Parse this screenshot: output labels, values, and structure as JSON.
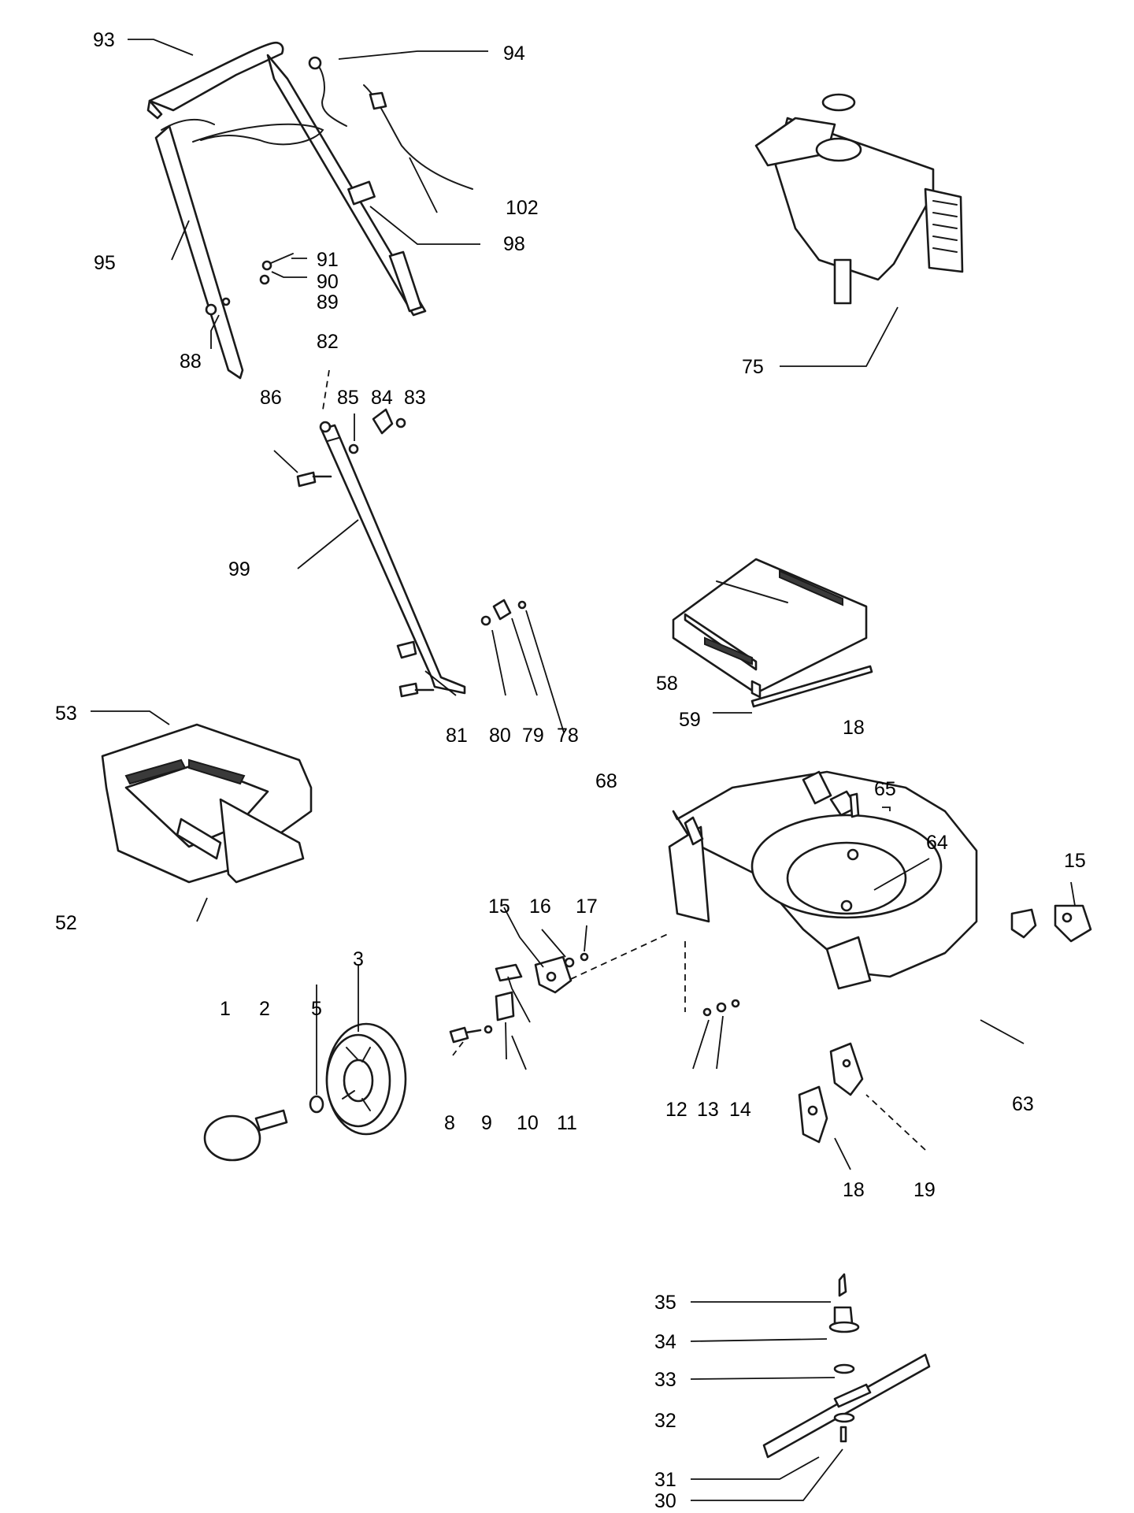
{
  "callouts": {
    "c93": "93",
    "c94": "94",
    "c95": "95",
    "c98": "98",
    "c102": "102",
    "c91": "91",
    "c90": "90",
    "c89": "89",
    "c88": "88",
    "c82": "82",
    "c86": "86",
    "c85": "85",
    "c84": "84",
    "c83": "83",
    "c99": "99",
    "c81": "81",
    "c80": "80",
    "c79": "79",
    "c78": "78",
    "c75": "75",
    "c58": "58",
    "c59": "59",
    "c18a": "18",
    "c53": "53",
    "c52": "52",
    "c68": "68",
    "c65": "65",
    "c64": "64",
    "c15a": "15",
    "c15b": "15",
    "c16": "16",
    "c17": "17",
    "c1": "1",
    "c2": "2",
    "c5": "5",
    "c3": "3",
    "c8": "8",
    "c9": "9",
    "c10": "10",
    "c11": "11",
    "c12": "12",
    "c13": "13",
    "c14": "14",
    "c63": "63",
    "c18b": "18",
    "c19": "19",
    "c35": "35",
    "c34": "34",
    "c33": "33",
    "c32": "32",
    "c31": "31",
    "c30": "30"
  }
}
